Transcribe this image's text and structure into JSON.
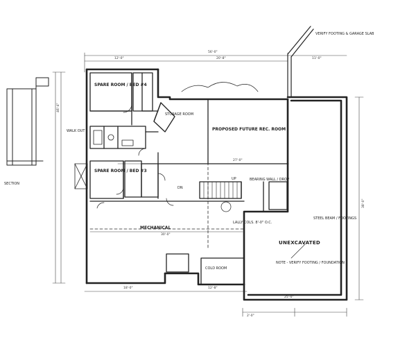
{
  "rooms": {
    "spare_room_4": "SPARE ROOM / BED #4",
    "storage_room": "STORAGE ROOM",
    "spare_room_3": "SPARE ROOM / BED #3",
    "rec_room": "PROPOSED FUTURE REC. ROOM",
    "mechanical": "MECHANICAL",
    "unexcavated": "UNEXCAVATED",
    "cold_room": "COLD ROOM"
  },
  "notes": {
    "section": "SECTION",
    "verify_footing": "VERIFY FOOTING & GARAGE SLAB",
    "steel_beam": "STEEL BEAM / FOOTINGS",
    "bearing_wall": "BEARING WALL / DROP",
    "footing_note": "NOTE - VERIFY FOOTING / FOUNDATION",
    "lally_cols": "LALLY COLS. 8'-0\" O.C.",
    "walkout": "WALK OUT",
    "dn": "DN",
    "up": "UP"
  },
  "dimensions": {
    "overall_top": "56'-0\"",
    "top_left": "12'-0\"",
    "top_mid": "20'-8\"",
    "top_right": "11'-0\"",
    "left_overall": "46'-4\"",
    "right_overall": "38'-0\"",
    "bottom_a": "18'-0\"",
    "bottom_b": "12'-8\"",
    "bottom_c": "25'-0\"",
    "bottom_d": "2'-0\"",
    "rec_width": "27'-0\"",
    "mech_width": "30'-0\""
  }
}
